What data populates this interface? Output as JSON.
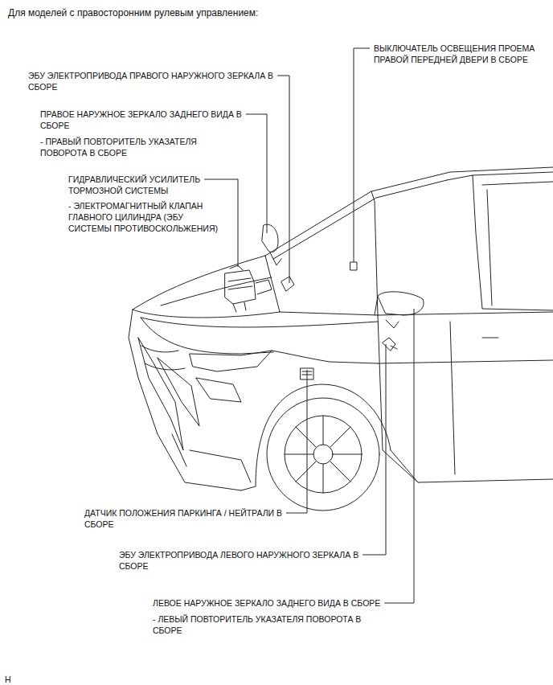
{
  "diagram": {
    "title": "Для моделей с правосторонним рулевым управлением:",
    "labels": [
      "ЭБУ ЭЛЕКТРОПРИВОДА ПРАВОГО НАРУЖНОГО ЗЕРКАЛА В СБОРЕ",
      "ПРАВОЕ НАРУЖНОЕ ЗЕРКАЛО ЗАДНЕГО ВИДА В СБОРЕ",
      "- ПРАВЫЙ ПОВТОРИТЕЛЬ УКАЗАТЕЛЯ ПОВОРОТА В СБОРЕ",
      "ГИДРАВЛИЧЕСКИЙ УСИЛИТЕЛЬ ТОРМОЗНОЙ СИСТЕМЫ",
      "- ЭЛЕКТРОМАГНИТНЫЙ КЛАПАН ГЛАВНОГО ЦИЛИНДРА (ЭБУ СИСТЕМЫ ПРОТИВОСКОЛЬЖЕНИЯ)",
      "ВЫКЛЮЧАТЕЛЬ ОСВЕЩЕНИЯ ПРОЕМА ПРАВОЙ ПЕРЕДНЕЙ ДВЕРИ В СБОРЕ",
      "ДАТЧИК ПОЛОЖЕНИЯ ПАРКИНГА / НЕЙТРАЛИ В СБОРЕ",
      "ЭБУ ЭЛЕКТРОПРИВОДА ЛЕВОГО НАРУЖНОГО ЗЕРКАЛА В СБОРЕ",
      "ЛЕВОЕ НАРУЖНОЕ ЗЕРКАЛО ЗАДНЕГО ВИДА В СБОРЕ",
      "- ЛЕВЫЙ ПОВТОРИТЕЛЬ УКАЗАТЕЛЯ ПОВОРОТА В СБОРЕ",
      "H"
    ]
  }
}
